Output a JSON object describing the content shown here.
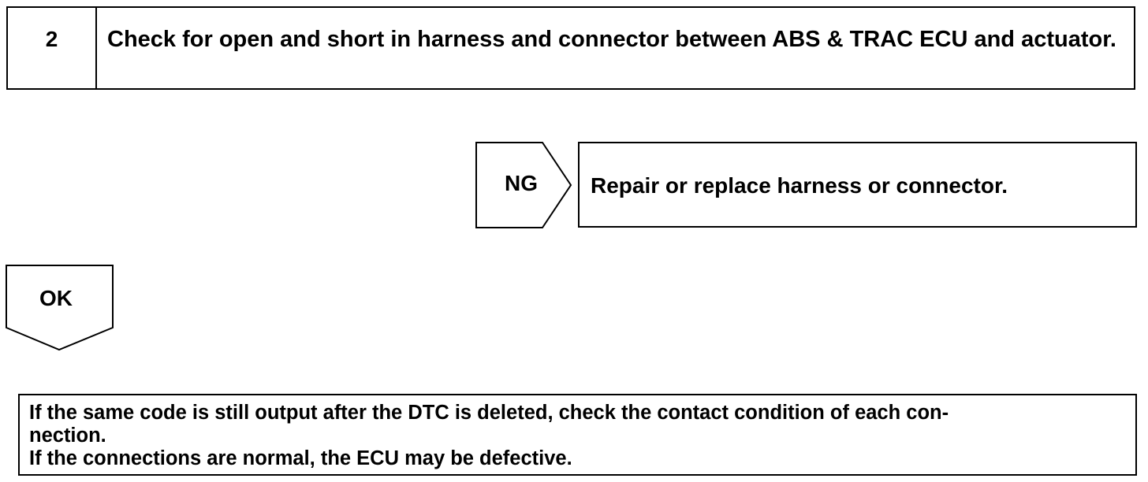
{
  "step": {
    "number": "2",
    "text": "Check for open and short in harness and connector between ABS & TRAC ECU and actuator."
  },
  "ng_branch": {
    "label": "NG",
    "result": "Repair or replace harness or connector."
  },
  "ok_branch": {
    "label": "OK"
  },
  "note": {
    "lines": [
      "If the same code is still output after the DTC is deleted, check the contact condition of each con-",
      "nection.",
      "If the connections are normal, the ECU may be defective."
    ]
  }
}
